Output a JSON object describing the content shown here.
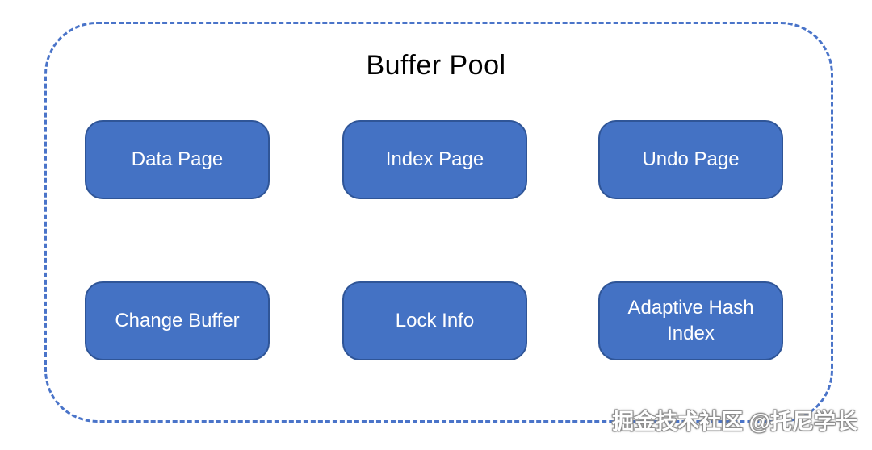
{
  "title": "Buffer Pool",
  "boxes": [
    {
      "label": "Data Page"
    },
    {
      "label": "Index Page"
    },
    {
      "label": "Undo Page"
    },
    {
      "label": "Change Buffer"
    },
    {
      "label": "Lock Info"
    },
    {
      "label": "Adaptive Hash Index"
    }
  ],
  "watermark": "掘金技术社区 @托尼学长",
  "colors": {
    "box_fill": "#4472C4",
    "box_border": "#2F5597",
    "box_text": "#FFFFFF",
    "frame_border": "#4A74C9",
    "title_color": "#000000"
  }
}
